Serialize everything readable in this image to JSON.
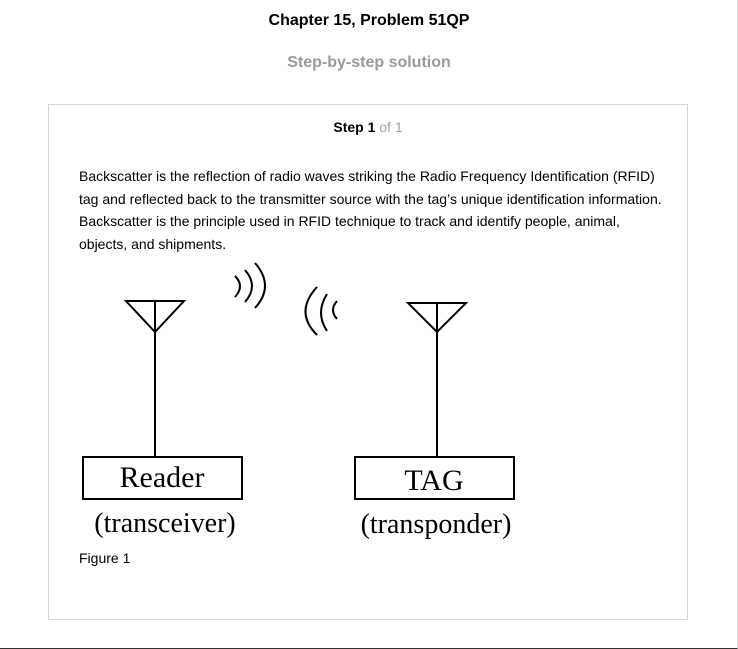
{
  "header": {
    "chapter_title": "Chapter 15, Problem 51QP",
    "subtitle": "Step-by-step solution"
  },
  "step": {
    "label": "Step 1",
    "of": "of 1"
  },
  "content": {
    "paragraph": "Backscatter is the reflection of radio waves striking the Radio Frequency Identification (RFID) tag and reflected back to the transmitter source with the tag’s unique identification information. Backscatter is the principle used in RFID technique to track and identify people, animal, objects, and shipments."
  },
  "diagram": {
    "reader_label": "Reader",
    "reader_caption": "(transceiver)",
    "tag_label": "TAG",
    "tag_caption": "(transponder)"
  },
  "figure": {
    "caption": "Figure 1"
  }
}
